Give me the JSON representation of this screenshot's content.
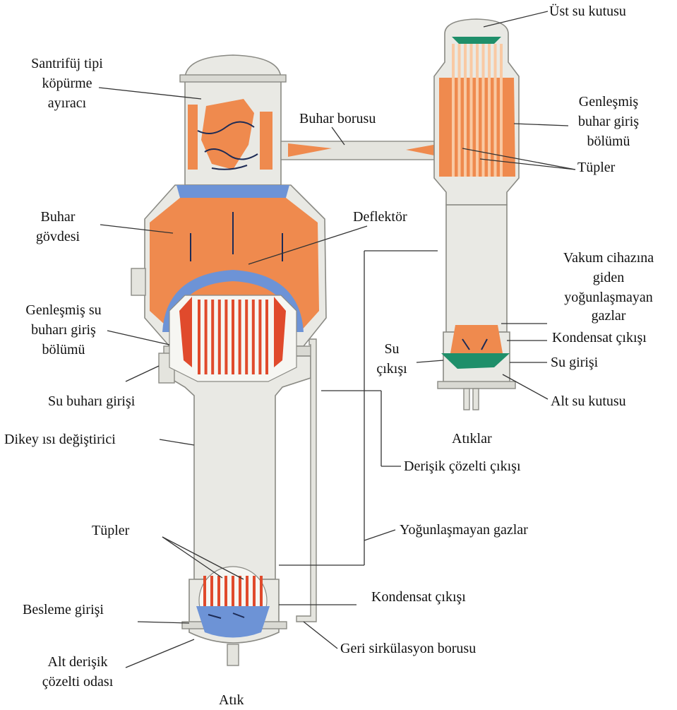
{
  "labels": {
    "ust_su_kutusu": "Üst su kutusu",
    "santrifuj": [
      "Santrifüj tipi",
      "köpürme",
      "ayıracı"
    ],
    "buhar_borusu": "Buhar borusu",
    "genlesmis_buhar": [
      "Genleşmiş",
      "buhar giriş",
      "bölümü"
    ],
    "tupler_top": "Tüpler",
    "buhar_govdesi": [
      "Buhar",
      "gövdesi"
    ],
    "deflektor": "Deflektör",
    "vakum": [
      "Vakum cihazına",
      "giden",
      "yoğunlaşmayan",
      "gazlar"
    ],
    "genlesmis_su": [
      "Genleşmiş su",
      "buharı giriş",
      "bölümü"
    ],
    "kondensat_top": "Kondensat çıkışı",
    "su_cikisi": [
      "Su",
      "çıkışı"
    ],
    "su_girisi": "Su girişi",
    "su_buhari_girisi": "Su buharı girişi",
    "alt_su_kutusu": "Alt su kutusu",
    "dikey": "Dikey ısı değiştirici",
    "atiklar": "Atıklar",
    "derisik_cikis": "Derişik çözelti çıkışı",
    "tupler_bottom": "Tüpler",
    "yogunlasmayan": "Yoğunlaşmayan gazlar",
    "kondensat_bottom": "Kondensat çıkışı",
    "besleme": "Besleme girişi",
    "geri_sirkulasyon": "Geri sirkülasyon borusu",
    "alt_derisik": [
      "Alt derişik",
      "çözelti odası"
    ],
    "atik": "Atık"
  },
  "colors": {
    "steam": "#ef8a4e",
    "tube_red": "#e04a2c",
    "liquid_blue": "#6d93d6",
    "water_box_green": "#1f8f6a",
    "shell": "#e9e9e4"
  }
}
